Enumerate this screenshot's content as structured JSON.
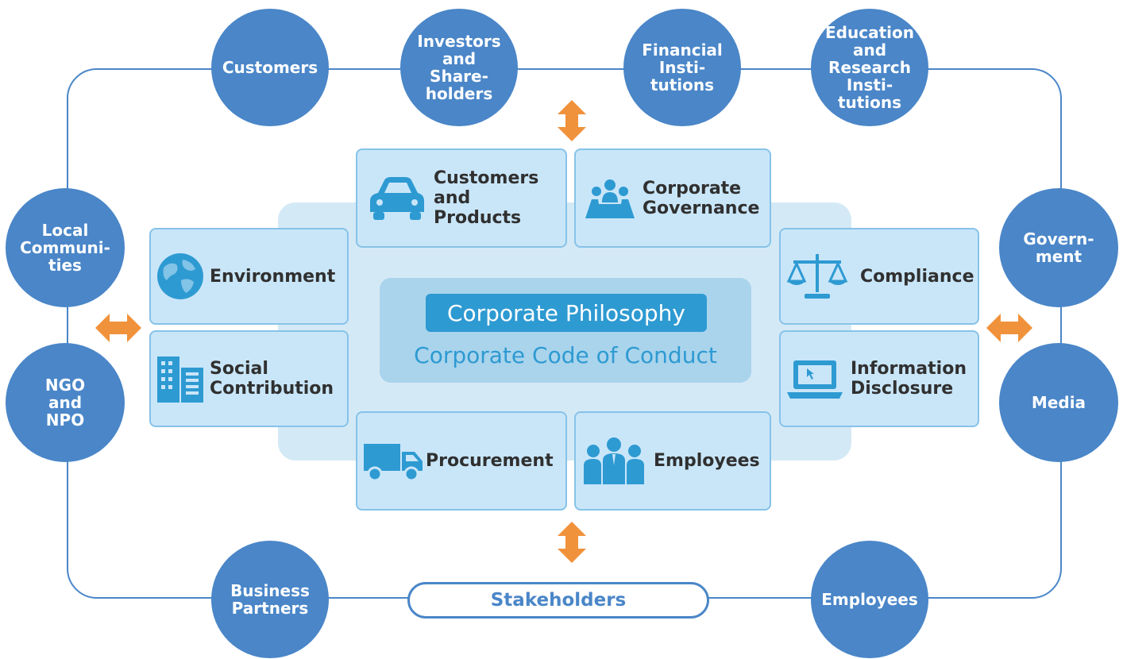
{
  "colors": {
    "circle": "#4a86c8",
    "box_fill": "#c9e6f9",
    "box_border": "#86c3e8",
    "icon": "#2e9ad2",
    "arrow": "#f0923b",
    "backdrop": "#d4e9f6",
    "center": "#a9d4ec"
  },
  "stakeholders": {
    "customers": "Customers",
    "investors": "Investors\nand\nShare-\nholders",
    "financial": "Financial\nInsti-\ntutions",
    "education": "Education\nand\nResearch\nInsti-\ntutions",
    "local": "Local\nCommuni-\nties",
    "ngo": "NGO\nand\nNPO",
    "government": "Govern-\nment",
    "media": "Media",
    "business": "Business\nPartners",
    "employees": "Employees"
  },
  "themes": {
    "customers_products": "Customers\nand\nProducts",
    "governance": "Corporate\nGovernance",
    "environment": "Environment",
    "social": "Social\nContribution",
    "compliance": "Compliance",
    "disclosure": "Information\nDisclosure",
    "procurement": "Procurement",
    "employees": "Employees"
  },
  "center": {
    "philosophy": "Corporate Philosophy",
    "code": "Corporate Code of Conduct"
  },
  "footer": {
    "stakeholders": "Stakeholders"
  },
  "icons": [
    "car-icon",
    "meeting-icon",
    "globe-icon",
    "buildings-icon",
    "scales-icon",
    "laptop-icon",
    "truck-icon",
    "people-icon",
    "double-arrow-icon"
  ]
}
